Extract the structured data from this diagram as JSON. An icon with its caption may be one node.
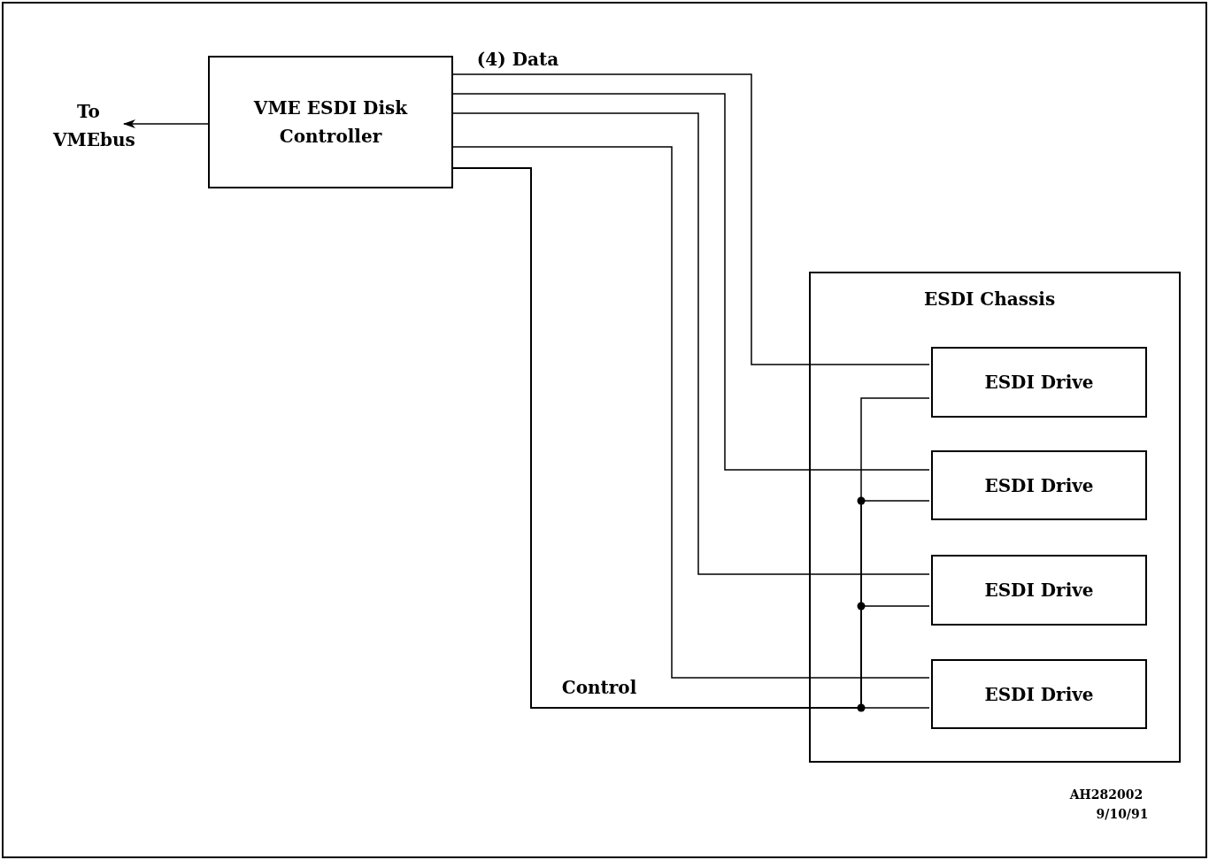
{
  "diagram": {
    "nodes": [
      {
        "text": [
          "To VMEbus"
        ]
      },
      {
        "text": [
          "VME ESDI Disk Controller"
        ]
      },
      {
        "text": [
          "ESDI Chassis"
        ]
      },
      {
        "text": [
          "ESDI Drive"
        ],
        "in": 2
      },
      {
        "text": [
          "ESDI Drive"
        ],
        "in": 2
      },
      {
        "text": [
          "ESDI Drive"
        ],
        "in": 2
      },
      {
        "text": [
          "ESDI Drive"
        ],
        "in": 2
      }
    ],
    "edges": [
      {
        "from": 1,
        "to": 0,
        "arrow": "to"
      },
      {
        "from": 1,
        "to": 3,
        "arrow": "none"
      },
      {
        "from": 1,
        "to": 4,
        "arrow": "none"
      },
      {
        "from": 1,
        "to": 5,
        "arrow": "none"
      },
      {
        "from": 1,
        "to": 6,
        "arrow": "none"
      },
      {
        "from": 1,
        "to": 6,
        "arrow": "none",
        "label": "Control"
      },
      {
        "from": 1,
        "to": 5,
        "arrow": "none"
      },
      {
        "from": 1,
        "to": 4,
        "arrow": "none"
      },
      {
        "from": 1,
        "to": 3,
        "arrow": "none"
      }
    ],
    "labels": [
      "(4) Data",
      "AH282002",
      "9/10/91"
    ]
  }
}
